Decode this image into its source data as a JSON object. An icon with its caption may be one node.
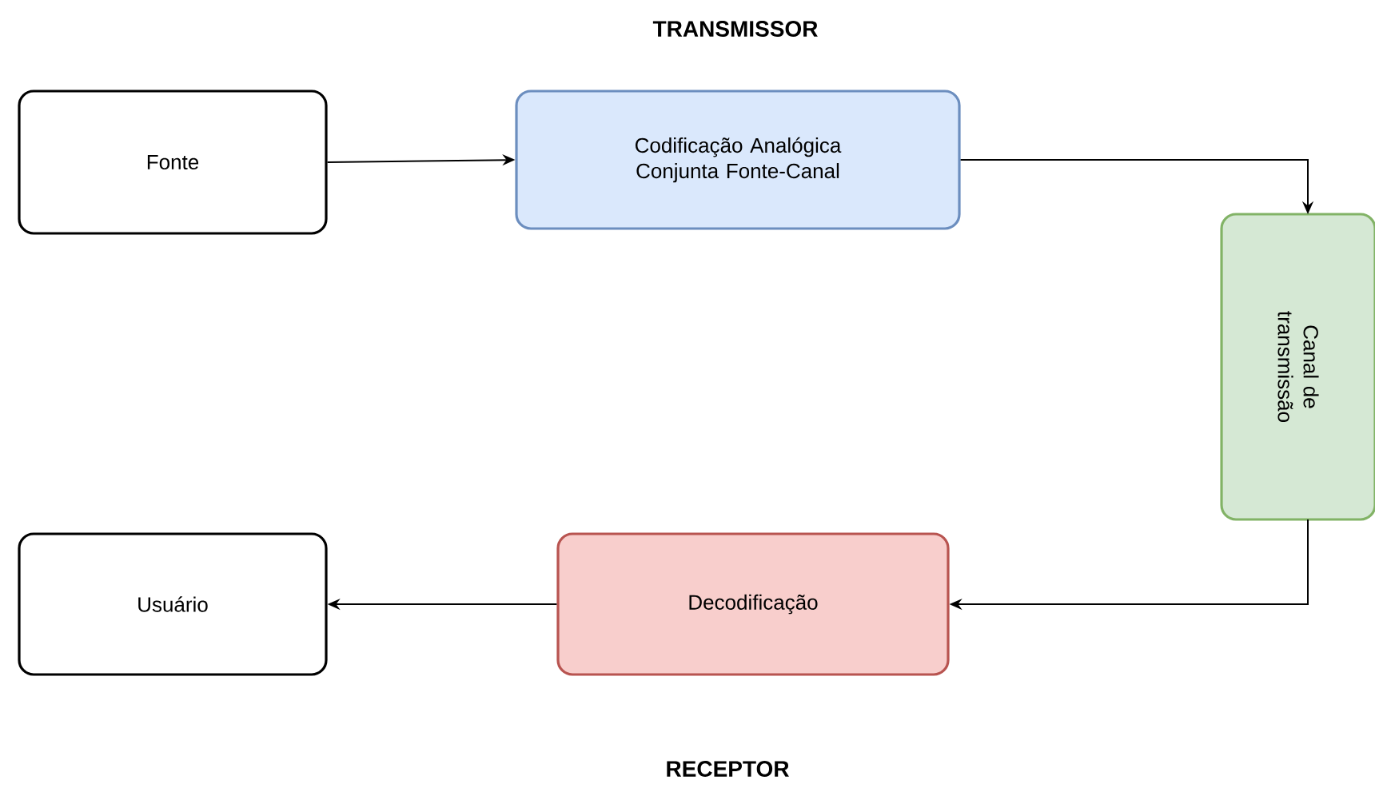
{
  "diagram": {
    "nodes": [
      {
        "text": [
          "Fonte"
        ]
      },
      {
        "text": [
          "Codificação Analógica Conjunta Fonte-Canal"
        ]
      },
      {
        "text": [
          "Canal de transmissão"
        ]
      },
      {
        "text": [
          "Decodificação"
        ]
      },
      {
        "text": [
          "Usuário"
        ]
      }
    ],
    "edges": [
      {
        "from": 0,
        "to": 1,
        "arrow": "to"
      },
      {
        "from": 1,
        "to": 2,
        "arrow": "to"
      },
      {
        "from": 2,
        "to": 3,
        "arrow": "to"
      },
      {
        "from": 3,
        "to": 4,
        "arrow": "to"
      }
    ],
    "labels": [
      "TRANSMISSOR",
      "RECEPTOR"
    ]
  }
}
